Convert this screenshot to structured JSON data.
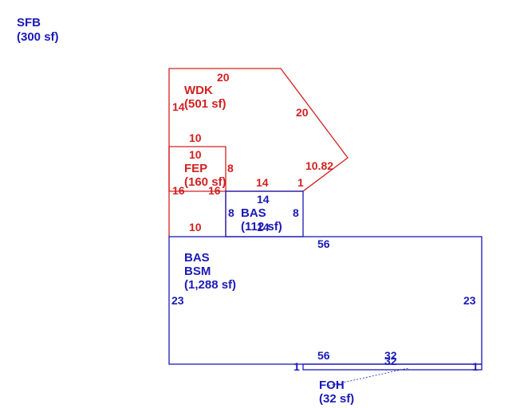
{
  "colors": {
    "red": "#d42020",
    "blue": "#1a1ab8"
  },
  "sfb": {
    "name": "SFB",
    "area": "(300 sf)"
  },
  "wdk": {
    "name": "WDK",
    "area": "(501 sf)",
    "dims": {
      "top": "20",
      "left": "14",
      "diag": "20",
      "bottom": "10",
      "right_diag": "10.82",
      "tail": "1"
    }
  },
  "fep": {
    "name": "FEP",
    "area": "(160 sf)",
    "dims": {
      "top": "10",
      "left": "16",
      "right_outer": "8",
      "right_inner": "16",
      "bottom": "10",
      "step": "14"
    }
  },
  "bas_small": {
    "name": "BAS",
    "area": "(112 sf)",
    "dims": {
      "top": "14",
      "left": "8",
      "right": "8",
      "bottom": "14"
    }
  },
  "bas_main": {
    "name1": "BAS",
    "name2": "BSM",
    "area": "(1,288 sf)",
    "dims": {
      "top": "56",
      "left": "23",
      "right": "23",
      "bottom": "56",
      "bottom_left_tick": "1"
    }
  },
  "foh": {
    "name": "FOH",
    "area": "(32 sf)",
    "dims": {
      "top": "32",
      "bottom": "32",
      "right_tick": "1"
    }
  }
}
